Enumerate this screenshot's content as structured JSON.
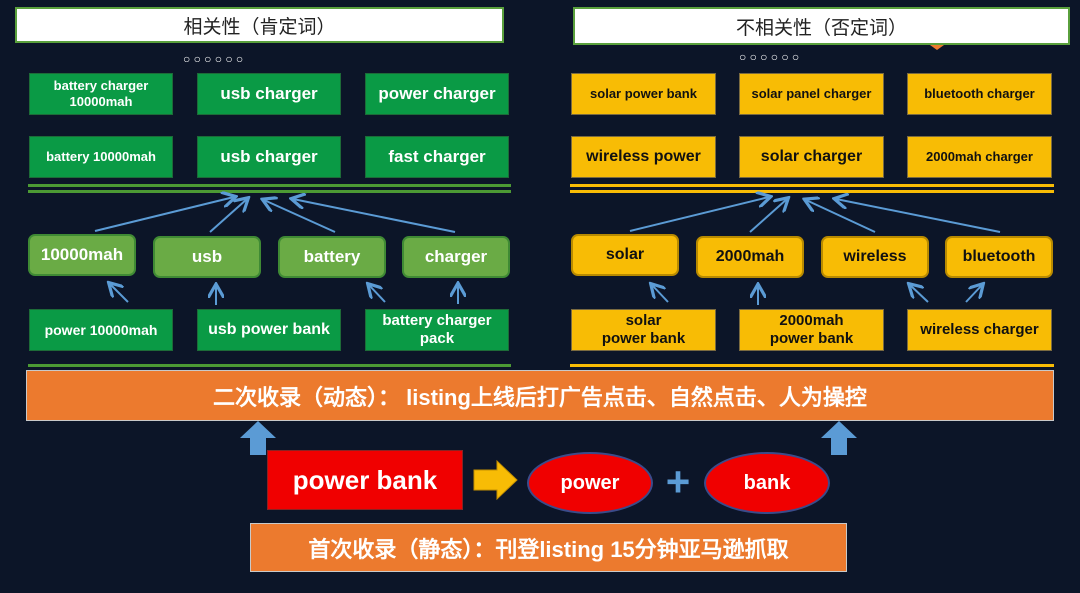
{
  "left": {
    "header": "相关性（肯定词）",
    "dots": "○ ○ ○ ○ ○ ○",
    "top_row1": [
      "battery charger\n10000mah",
      "usb charger",
      "power charger"
    ],
    "top_row2": [
      "battery 10000mah",
      "usb charger",
      "fast charger"
    ],
    "roots": [
      "10000mah",
      "usb",
      "battery",
      "charger"
    ],
    "bottom": [
      "power 10000mah",
      "usb power bank",
      "battery charger\npack"
    ]
  },
  "right": {
    "header": "不相关性（否定词）",
    "dots": "○ ○ ○ ○ ○ ○",
    "top_row1": [
      "solar power bank",
      "solar panel charger",
      "bluetooth charger"
    ],
    "top_row2": [
      "wireless power",
      "solar charger",
      "2000mah charger"
    ],
    "roots": [
      "solar",
      "2000mah",
      "wireless",
      "bluetooth"
    ],
    "bottom": [
      "solar\npower bank",
      "2000mah\npower bank",
      "wireless charger"
    ]
  },
  "secondary_band": "二次收录（动态）： listing上线后打广告点击、自然点击、人为操控",
  "keyword": "power bank",
  "split": [
    "power",
    "bank"
  ],
  "plus": "+",
  "primary_band": "首次收录（静态）：刊登listing 15分钟亚马逊抓取",
  "colors": {
    "green_box": "#0a9a45",
    "green_root": "#6aab45",
    "yellow_box": "#f8bc05",
    "orange_band": "#ec7a2e",
    "red": "#f00000",
    "arrow_blue": "#5b9bd5",
    "background": "#0c1528"
  }
}
